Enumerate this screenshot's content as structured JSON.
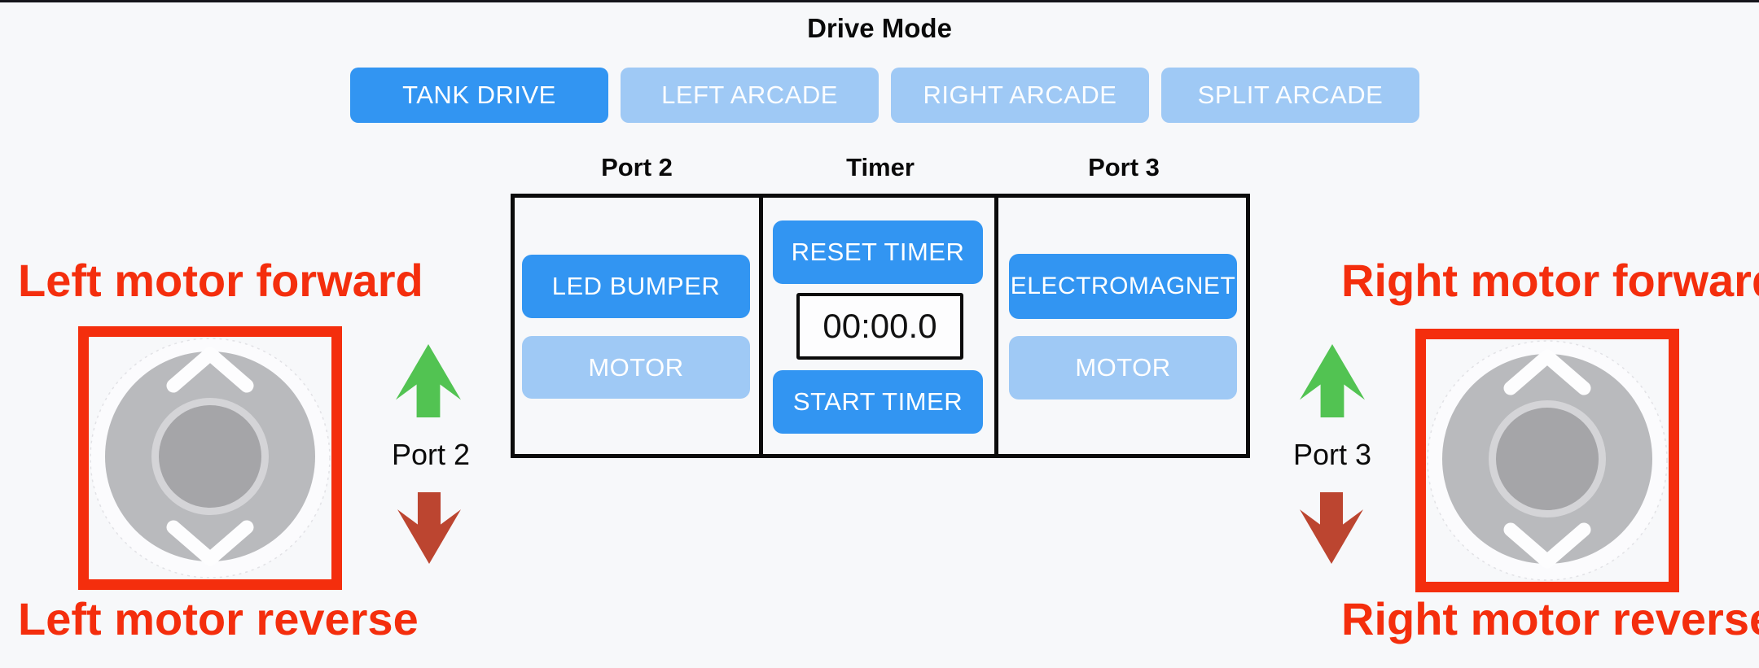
{
  "page": {
    "background_color": "#f7f8fa",
    "top_edge_color": "#15151b"
  },
  "drive_mode": {
    "title": "Drive Mode",
    "buttons": [
      {
        "label": "TANK DRIVE",
        "active": true
      },
      {
        "label": "LEFT ARCADE",
        "active": false
      },
      {
        "label": "RIGHT ARCADE",
        "active": false
      },
      {
        "label": "SPLIT ARCADE",
        "active": false
      }
    ]
  },
  "panel": {
    "headers": [
      "Port 2",
      "Timer",
      "Port 3"
    ],
    "port2": {
      "button1": {
        "label": "LED BUMPER",
        "active": true
      },
      "button2": {
        "label": "MOTOR",
        "active": false
      }
    },
    "timer": {
      "reset_label": "RESET TIMER",
      "display_value": "00:00.0",
      "start_label": "START TIMER"
    },
    "port3": {
      "button1": {
        "label": "ELECTROMAGNET",
        "active": true
      },
      "button2": {
        "label": "MOTOR",
        "active": false
      }
    }
  },
  "left_control": {
    "forward_label": "Left motor forward",
    "reverse_label": "Left motor reverse",
    "port_label": "Port 2"
  },
  "right_control": {
    "forward_label": "Right motor forward",
    "reverse_label": "Right motor reverse",
    "port_label": "Port 3"
  },
  "colors": {
    "active_button_blue": "#3295f2",
    "inactive_button_blue": "#9fc9f5",
    "annotation_red": "#f42e0d",
    "forward_arrow_green": "#52c352",
    "reverse_arrow_red": "#bc4530",
    "table_border_black": "#0b0b0b",
    "joystick_gray": "#b9babd",
    "joystick_knob_gray": "#a5a5a8"
  }
}
